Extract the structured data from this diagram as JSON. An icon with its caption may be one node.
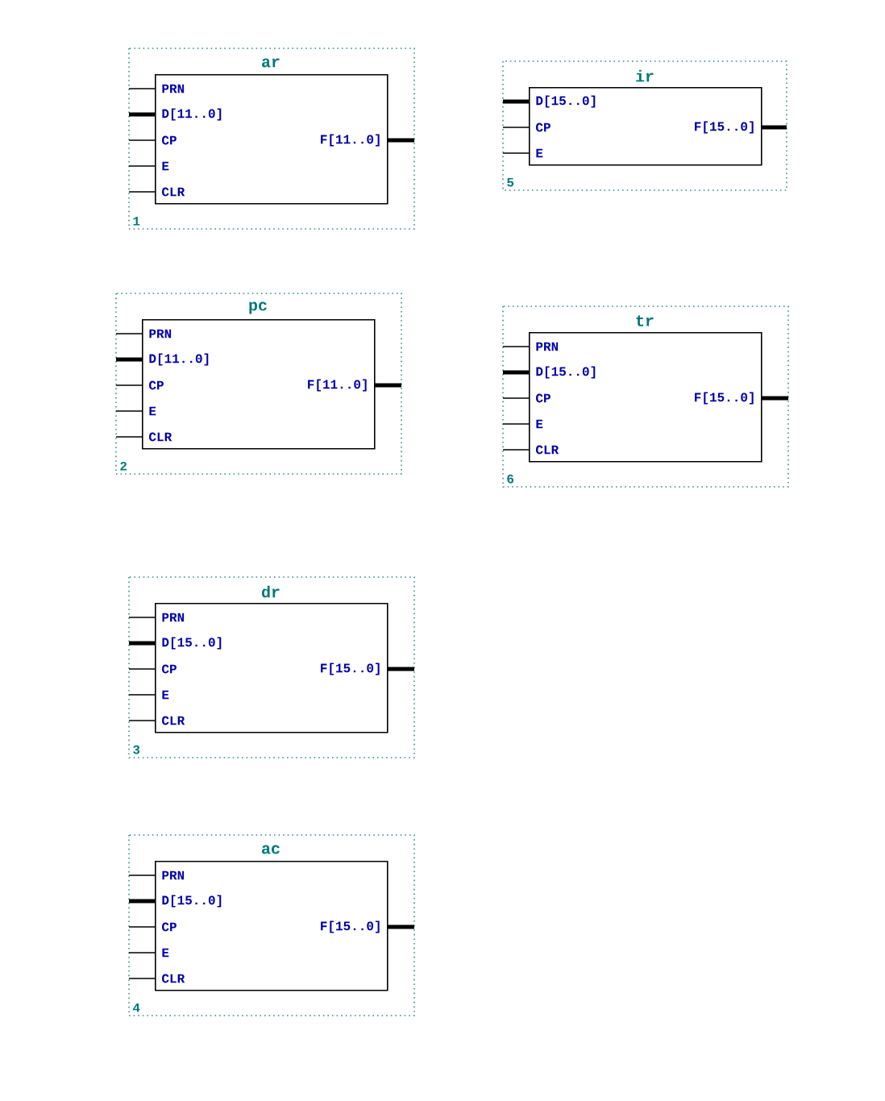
{
  "diagram": {
    "nodes": [
      {
        "text": [
          "ar",
          "PRN",
          "D[11..0]",
          "CP",
          "E",
          "CLR",
          "F[11..0]"
        ],
        "beside": [
          "1"
        ]
      },
      {
        "text": [
          "ir",
          "D[15..0]",
          "CP",
          "E",
          "F[15..0]"
        ],
        "beside": [
          "5"
        ]
      },
      {
        "text": [
          "pc",
          "PRN",
          "D[11..0]",
          "CP",
          "E",
          "CLR",
          "F[11..0]"
        ],
        "beside": [
          "2"
        ]
      },
      {
        "text": [
          "tr",
          "PRN",
          "D[15..0]",
          "CP",
          "E",
          "CLR",
          "F[15..0]"
        ],
        "beside": [
          "6"
        ]
      },
      {
        "text": [
          "dr",
          "PRN",
          "D[15..0]",
          "CP",
          "E",
          "CLR",
          "F[15..0]"
        ],
        "beside": [
          "3"
        ]
      },
      {
        "text": [
          "ac",
          "PRN",
          "D[15..0]",
          "CP",
          "E",
          "CLR",
          "F[15..0]"
        ],
        "beside": [
          "4"
        ]
      }
    ]
  }
}
